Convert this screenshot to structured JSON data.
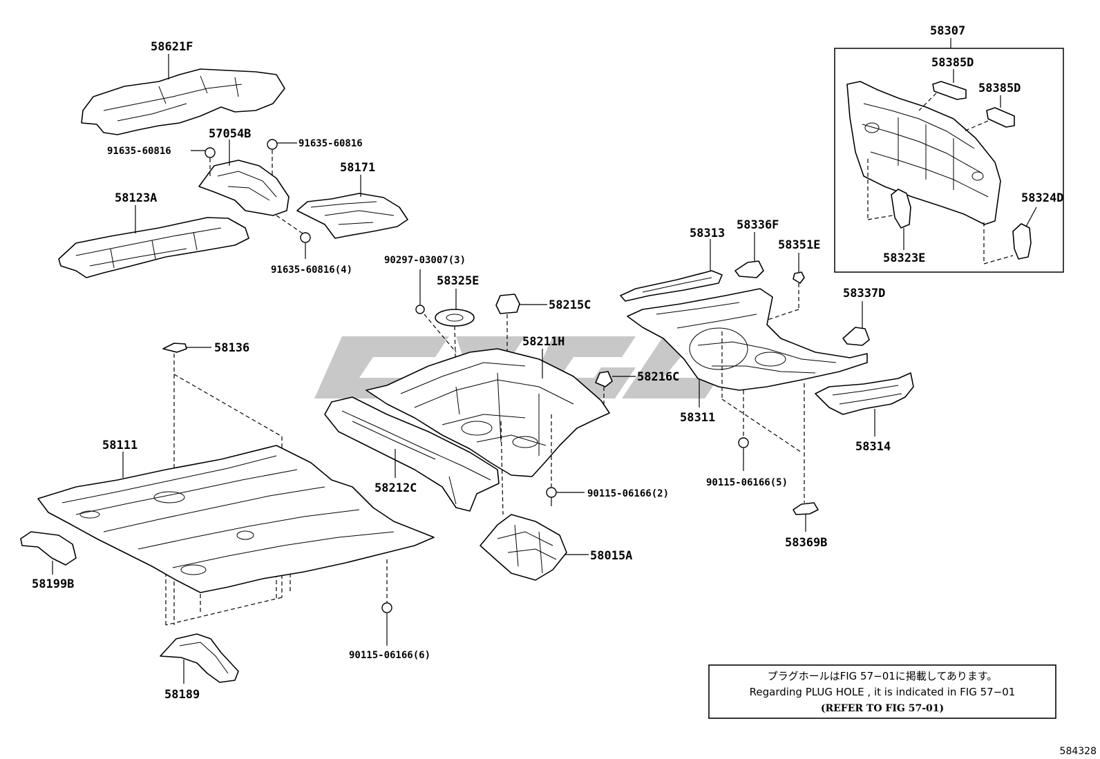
{
  "parts": {
    "p58621F": "58621F",
    "p57054B": "57054B",
    "p91635_60816_a": "91635-60816",
    "p91635_60816_b": "91635-60816",
    "p91635_60816_4": "91635-60816(4)",
    "p58171": "58171",
    "p58123A": "58123A",
    "p90297_03007_3": "90297-03007(3)",
    "p58325E": "58325E",
    "p58215C": "58215C",
    "p58136": "58136",
    "p58211H": "58211H",
    "p58216C": "58216C",
    "p58111": "58111",
    "p58212C": "58212C",
    "p58199B": "58199B",
    "p90115_06166_2": "90115-06166(2)",
    "p58015A": "58015A",
    "p90115_06166_6": "90115-06166(6)",
    "p58189": "58189",
    "p58307": "58307",
    "p58385D_a": "58385D",
    "p58385D_b": "58385D",
    "p58324D": "58324D",
    "p58323E": "58323E",
    "p58313": "58313",
    "p58336F": "58336F",
    "p58351E": "58351E",
    "p58337D": "58337D",
    "p58311": "58311",
    "p58314": "58314",
    "p90115_06166_5": "90115-06166(5)",
    "p58369B": "58369B"
  },
  "note": {
    "line_jp": "プラグホールはFIG 57−01に掲載してあります。",
    "line_en": "Regarding  PLUG  HOLE , it is indicated in FIG  57−01",
    "line_ref": "(REFER TO FIG 57-01)"
  },
  "figure_id": "584328",
  "colors": {
    "ink": "#000000",
    "watermark": "#9a9a9a",
    "background": "#ffffff"
  }
}
